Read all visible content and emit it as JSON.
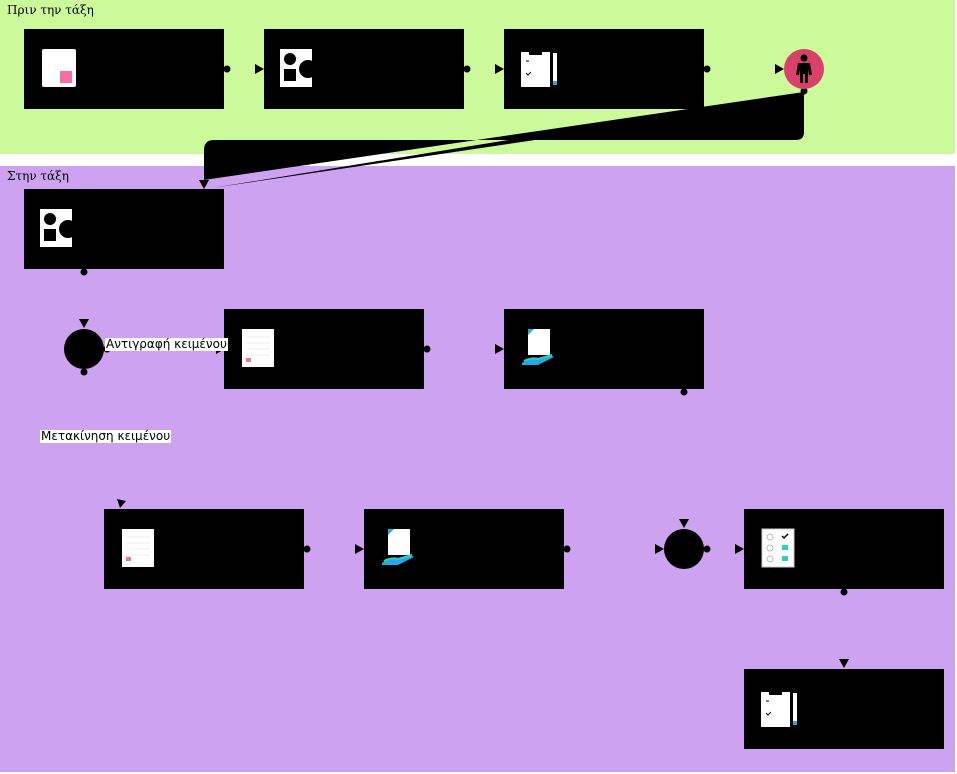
{
  "lanes": {
    "before": {
      "title": "Πριν την τάξη",
      "color": "#ccf99a"
    },
    "during": {
      "title": "Στην τάξη",
      "color": "#cda3f1"
    }
  },
  "flow_labels": {
    "copy_text": "Αντιγραφή κειμένου",
    "move_text": "Μετακίνηση κειμένου"
  },
  "colors": {
    "node": "#000000",
    "actor": "#d9406a",
    "accent_pink": "#f56fa7",
    "accent_teal": "#2bd2b8",
    "accent_blue": "#27a7e6"
  },
  "icons": {
    "n1": "blank-page-icon",
    "n2": "shapes-icon",
    "n3": "clipboard-pen-icon",
    "actor": "person-icon",
    "n4": "shapes-icon",
    "n5": "text-document-icon",
    "n6": "hand-document-icon",
    "n7": "text-document-icon",
    "n8": "hand-document-icon",
    "n9": "checklist-icon",
    "n10": "clipboard-pen-icon"
  }
}
